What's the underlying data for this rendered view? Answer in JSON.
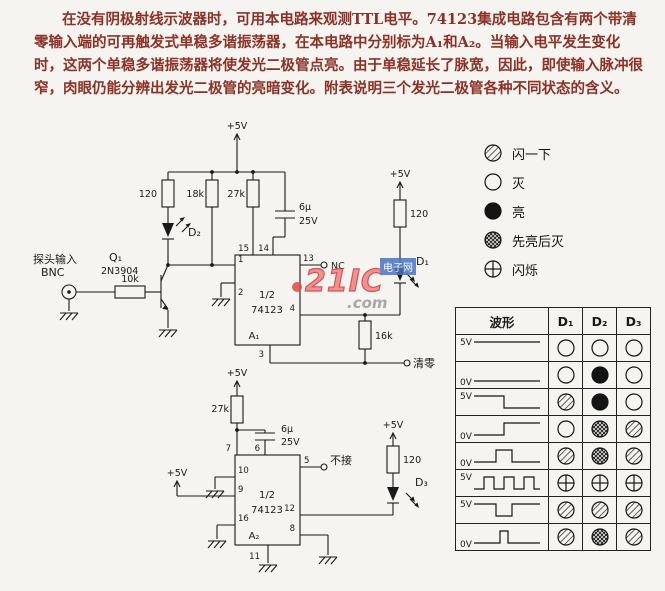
{
  "page": {
    "bg": "#f5f4f0",
    "ink": "#1a1a1a",
    "paragraph_color": "#8d3126"
  },
  "paragraph": {
    "lines": [
      "在没有阴极射线示波器时，可用本电路来观测TTL电平。74123集成电路包含有两个带清",
      "零输入端的可再触发式单稳多谐振荡器，在本电路中分别标为A₁和A₂。当输入电平发生变化",
      "时，这两个单稳多谐振荡器将使发光二极管点亮。由于单稳延长了脉宽，因此，即使输入脉冲很",
      "窄，肉眼仍能分辨出发光二极管的亮暗变化。附表说明三个发光二极管各种不同状态的含义。"
    ]
  },
  "circuit": {
    "supply_label": "+5V",
    "probe_line1": "探头输入",
    "probe_line2": "BNC",
    "q1_ref": "Q₁",
    "q1_part": "2N3904",
    "r10k": "10k",
    "r120_top": "120",
    "r18k": "18k",
    "r27k_top": "27k",
    "cap1_value": "6μ",
    "cap1_voltage": "25V",
    "r120_d1": "120",
    "r16k": "16k",
    "r27k_bot": "27k",
    "cap2_value": "6μ",
    "cap2_voltage": "25V",
    "r120_d3": "120",
    "d1_ref": "D₁",
    "d2_ref": "D₂",
    "d3_ref": "D₃",
    "nc_label": "NC",
    "clear_label": "清零",
    "open_label": "不接",
    "a1": {
      "half": "1/2",
      "part": "74123",
      "ref": "A₁",
      "p15": "15",
      "p14": "14",
      "p1": "1",
      "p2": "2",
      "p13": "13",
      "p4": "4",
      "p3": "3"
    },
    "a2": {
      "half": "1/2",
      "part": "74123",
      "ref": "A₂",
      "p7": "7",
      "p6": "6",
      "p5": "5",
      "p10": "10",
      "p9": "9",
      "p16": "16",
      "p12": "12",
      "p8": "8",
      "p11": "11"
    }
  },
  "legend": {
    "items": [
      {
        "state": "flash",
        "label": "闪一下"
      },
      {
        "state": "off",
        "label": "灭"
      },
      {
        "state": "on",
        "label": "亮"
      },
      {
        "state": "onoff",
        "label": "先亮后灭"
      },
      {
        "state": "blink",
        "label": "闪烁"
      }
    ]
  },
  "table": {
    "headers": [
      "波形",
      "D₁",
      "D₂",
      "D₃"
    ],
    "rows": [
      {
        "level": "5V",
        "wf": "high",
        "leds": [
          "off",
          "off",
          "off"
        ]
      },
      {
        "level": "0V",
        "wf": "low",
        "leds": [
          "off",
          "on",
          "off"
        ]
      },
      {
        "level": "5V",
        "wf": "fall",
        "leds": [
          "flash",
          "on",
          "off"
        ]
      },
      {
        "level": "0V",
        "wf": "rise",
        "leds": [
          "off",
          "onoff",
          "flash"
        ]
      },
      {
        "level": "0V",
        "wf": "pulseup",
        "leds": [
          "flash",
          "onoff",
          "flash"
        ]
      },
      {
        "level": "5V",
        "wf": "square",
        "leds": [
          "blink",
          "blink",
          "blink"
        ]
      },
      {
        "level": "5V",
        "wf": "pulsedown",
        "leds": [
          "flash",
          "flash",
          "flash"
        ]
      },
      {
        "level": "0V",
        "wf": "pulseupn",
        "leds": [
          "flash",
          "onoff",
          "flash"
        ]
      }
    ]
  },
  "watermark": {
    "brand": "21IC",
    "suffix": ".com",
    "badge": "电子网"
  }
}
